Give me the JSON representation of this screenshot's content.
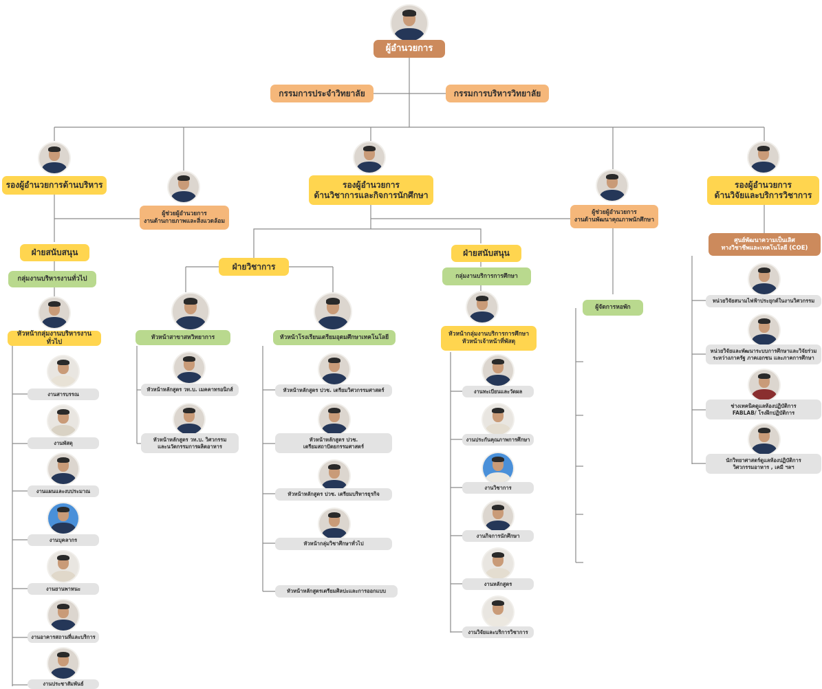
{
  "director": {
    "label": "ผู้อำนวยการ"
  },
  "committees": {
    "left": "กรรมการประจำวิทยาลัย",
    "right": "กรรมการบริหารวิทยาลัย"
  },
  "deputies": {
    "admin": "รองผู้อำนวยการด้านบริหาร",
    "academic": "รองผู้อำนวยการ\nด้านวิชาการและกิจการนักศึกษา",
    "research": "รองผู้อำนวยการ\nด้านวิจัยและบริการวิชาการ"
  },
  "assistants": {
    "physical": "ผู้ช่วยผู้อำนวยการ\nงานด้านกายภาพและสิ่งแวดล้อม",
    "quality": "ผู้ช่วยผู้อำนวยการ\nงานด้านพัฒนาคุณภาพนักศึกษา"
  },
  "admin_branch": {
    "division": "ฝ่ายสนับสนุน",
    "group": "กลุ่มงานบริหารงานทั่วไป",
    "head": "หัวหน้ากลุ่มงานบริหารงานทั่วไป",
    "units": [
      "งานสารบรรณ",
      "งานพัสดุ",
      "งานแผนและงบประมาณ",
      "งานบุคลากร",
      "งานยานพาหนะ",
      "งานอาคารสถานที่และบริการ",
      "งานประชาสัมพันธ์"
    ]
  },
  "academic_branch": {
    "division": "ฝ่ายวิชาการ",
    "school_head": "หัวหน้าสาขาสหวิทยาการ",
    "school_units": [
      "หัวหน้าหลักสูตร วท.บ. เมคคาทรอนิกส์",
      "หัวหน้าหลักสูตร วท.บ. วิศวกรรม\nและนวัตกรรมการผลิตอาหาร"
    ],
    "prep_head": "หัวหน้าโรงเรียนเตรียมอุดมศึกษาเทคโนโลยี",
    "prep_units": [
      "หัวหน้าหลักสูตร ปวช. เตรียมวิศวกรรมศาสตร์",
      "หัวหน้าหลักสูตร ปวช.\nเตรียมสถาปัตยกรรมศาสตร์",
      "หัวหน้าหลักสูตร ปวช. เตรียมบริหารธุรกิจ",
      "หัวหน้ากลุ่มวิชาศึกษาทั่วไป",
      "หัวหน้าหลักสูตรเตรียมศิลปะและการออกแบบ"
    ]
  },
  "support_branch": {
    "division": "ฝ่ายสนับสนุน",
    "group": "กลุ่มงานบริการการศึกษา",
    "head": "หัวหน้ากลุ่มงานบริการการศึกษา\nหัวหน้าเจ้าหน้าที่พัสดุ",
    "units": [
      "งานทะเบียนและวัดผล",
      "งานประกันคุณภาพการศึกษา",
      "งานวิชาการ",
      "งานกิจการนักศึกษา",
      "งานหลักสูตร",
      "งานวิจัยและบริการวิชาการ"
    ]
  },
  "dorm": {
    "label": "ผู้จัดการหอพัก"
  },
  "research_branch": {
    "center": "ศูนย์พัฒนาความเป็นเลิศ\nทางวิชาชีพและเทคโนโลยี (COE)",
    "units": [
      "หน่วยวิจัยสนามไฟฟ้าประยุกต์ในงานวิศวกรรม",
      "หน่วยวิจัยและพัฒนาระบบการศึกษาและวิจัยร่วม\nระหว่างภาครัฐ ภาคเอกชน และภาคการศึกษา",
      "ช่างเทคนิคดูแลห้องปฏิบัติการ\nFABLAB/ โรงฝึกปฏิบัติการ",
      "นักวิทยาศาสตร์ดูแลห้องปฏิบัติการ\nวิศวกรรมอาหาร , เคมี ฯลฯ"
    ]
  },
  "colors": {
    "brown": "#cc8a5c",
    "orange": "#f5b77a",
    "yellow": "#ffd54f",
    "green": "#b9d98e",
    "grey": "#e3e3e3",
    "line": "#8a8a8a"
  }
}
